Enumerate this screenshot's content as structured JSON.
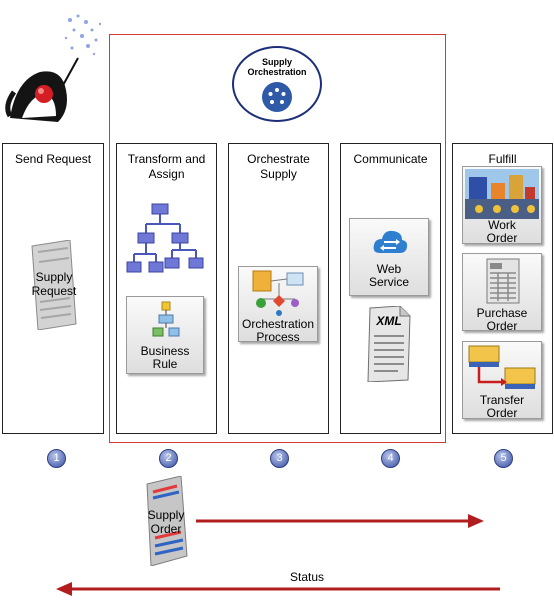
{
  "header": {
    "orchestration_badge": {
      "line1": "Supply",
      "line2": "Orchestration"
    }
  },
  "columns": [
    {
      "title_line1": "Send Request",
      "title_line2": ""
    },
    {
      "title_line1": "Transform  and",
      "title_line2": "Assign"
    },
    {
      "title_line1": "Orchestrate",
      "title_line2": "Supply"
    },
    {
      "title_line1": "Communicate",
      "title_line2": ""
    },
    {
      "title_line1": "Fulfill",
      "title_line2": ""
    }
  ],
  "items": {
    "supply_request": {
      "line1": "Supply",
      "line2": "Request"
    },
    "business_rule": {
      "line1": "Business",
      "line2": "Rule"
    },
    "orchestration_process": {
      "line1": "Orchestration",
      "line2": "Process"
    },
    "web_service": {
      "line1": "Web",
      "line2": "Service"
    },
    "xml_doc": "XML",
    "work_order": {
      "line1": "Work",
      "line2": "Order"
    },
    "purchase_order": {
      "line1": "Purchase",
      "line2": "Order"
    },
    "transfer_order": {
      "line1": "Transfer",
      "line2": "Order"
    },
    "supply_order": {
      "line1": "Supply",
      "line2": "Order"
    }
  },
  "steps": [
    "1",
    "2",
    "3",
    "4",
    "5"
  ],
  "status_label": "Status",
  "colors": {
    "arrow": "#b21d1d",
    "frame": "#d23a3a",
    "step": "#5d72b8"
  }
}
